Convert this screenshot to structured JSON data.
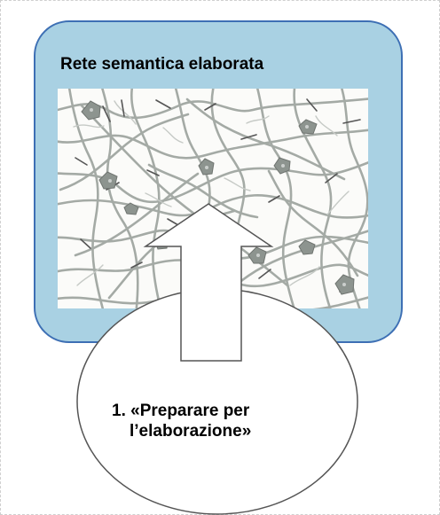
{
  "diagram": {
    "network_panel": {
      "title": "Rete semantica elaborata"
    },
    "preparation_step": {
      "line_1": "1. «Preparare per",
      "line_2": "l’elaborazione»"
    },
    "colors": {
      "panel_fill": "#a9d1e3",
      "panel_border": "#3d6fb4",
      "network_background": "#fbfbf9",
      "network_lines": "#9ca39d",
      "neuron_nodes": "#8d948f",
      "dark_ticks": "#555555",
      "arrow_fill": "#ffffff",
      "outline": "#555555"
    },
    "icons": {
      "network": "neural-network-icon",
      "arrow": "up-arrow-icon"
    }
  }
}
